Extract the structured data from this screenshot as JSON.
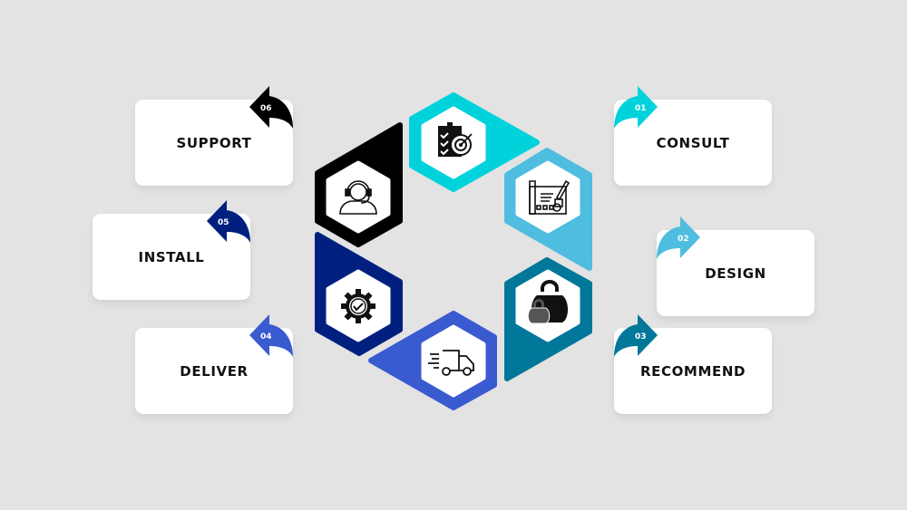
{
  "steps": [
    {
      "num": "01",
      "label": "CONSULT",
      "color": "#00d2dc",
      "icon": "clipboard-target-icon"
    },
    {
      "num": "02",
      "label": "DESIGN",
      "color": "#4fbde0",
      "icon": "blueprint-pencil-icon"
    },
    {
      "num": "03",
      "label": "RECOMMEND",
      "color": "#01779a",
      "icon": "kettlebell-icon"
    },
    {
      "num": "04",
      "label": "DELIVER",
      "color": "#3a5bd0",
      "icon": "delivery-truck-icon"
    },
    {
      "num": "05",
      "label": "INSTALL",
      "color": "#002080",
      "icon": "gear-check-icon"
    },
    {
      "num": "06",
      "label": "SUPPORT",
      "color": "#000000",
      "icon": "headset-agent-icon"
    }
  ]
}
